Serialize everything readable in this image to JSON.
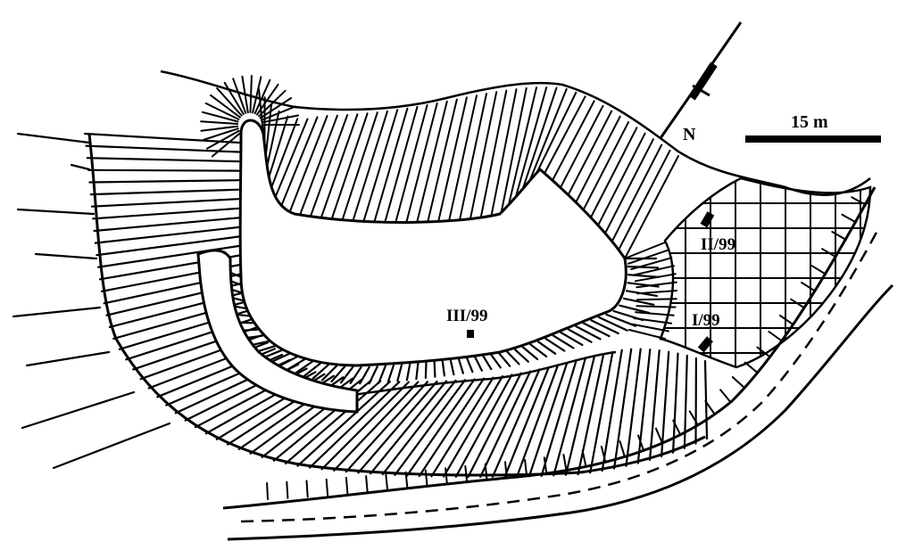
{
  "map": {
    "north_label": "N",
    "scale_label": "15 m",
    "trenches": [
      {
        "id": "trench-2",
        "label": "II/99"
      },
      {
        "id": "trench-3",
        "label": "III/99"
      },
      {
        "id": "trench-1",
        "label": "I/99"
      }
    ]
  },
  "colors": {
    "ink": "#000000",
    "paper": "#ffffff"
  }
}
